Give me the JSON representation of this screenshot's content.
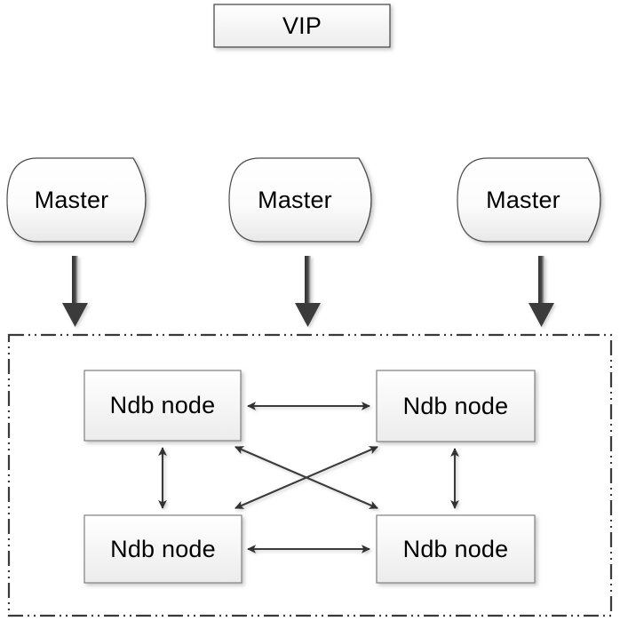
{
  "diagram": {
    "type": "architecture-diagram",
    "background_color": "#ffffff",
    "shape_fill_start": "#ffffff",
    "shape_fill_end": "#eeeeee",
    "shape_stroke": "#4d4d4d",
    "arrow_thin_color": "#3a3a3a",
    "arrow_thick_color": "#3b3b3b",
    "cluster_border_color": "#3a3a3a",
    "vip": {
      "label": "VIP"
    },
    "masters": [
      {
        "label": "Master"
      },
      {
        "label": "Master"
      },
      {
        "label": "Master"
      }
    ],
    "cluster": {
      "border_style": "dash-dot-dot",
      "nodes": [
        {
          "label": "Ndb node"
        },
        {
          "label": "Ndb node"
        },
        {
          "label": "Ndb node"
        },
        {
          "label": "Ndb node"
        }
      ]
    },
    "connections": [
      {
        "from": "VIP",
        "to": "Master-2",
        "style": "thin-single-arrow"
      },
      {
        "from": "Master-1",
        "to": "cluster",
        "style": "thick-single-arrow"
      },
      {
        "from": "Master-2",
        "to": "cluster",
        "style": "thick-single-arrow"
      },
      {
        "from": "Master-3",
        "to": "cluster",
        "style": "thick-single-arrow"
      },
      {
        "from": "Ndb node 1",
        "to": "Ndb node 2",
        "style": "double-arrow"
      },
      {
        "from": "Ndb node 3",
        "to": "Ndb node 4",
        "style": "double-arrow"
      },
      {
        "from": "Ndb node 1",
        "to": "Ndb node 3",
        "style": "double-arrow"
      },
      {
        "from": "Ndb node 2",
        "to": "Ndb node 4",
        "style": "double-arrow"
      },
      {
        "from": "Ndb node 1",
        "to": "Ndb node 4",
        "style": "double-arrow"
      },
      {
        "from": "Ndb node 2",
        "to": "Ndb node 3",
        "style": "double-arrow"
      }
    ]
  }
}
